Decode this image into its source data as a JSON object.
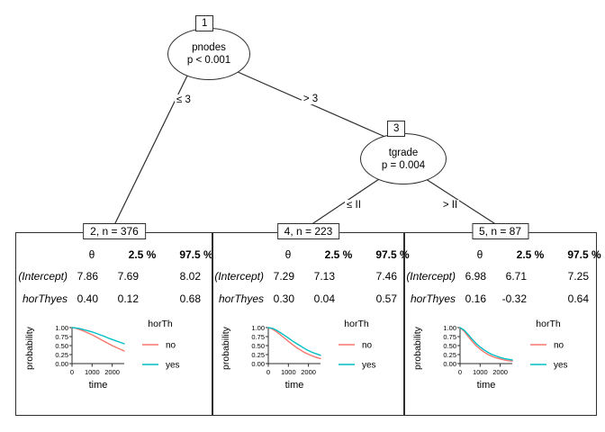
{
  "tree": {
    "node1": {
      "id": "1",
      "split_var": "pnodes",
      "p_value": "p < 0.001"
    },
    "node3": {
      "id": "3",
      "split_var": "tgrade",
      "p_value": "p = 0.004"
    },
    "branch_labels": {
      "n1_left": "≤ 3",
      "n1_right": "> 3",
      "n3_left": "≤ II",
      "n3_right": "> II"
    }
  },
  "panels": [
    {
      "header": "2, n = 376",
      "columns": [
        "θ",
        "2.5 %",
        "97.5 %"
      ],
      "rows": [
        {
          "label": "(Intercept)",
          "values": [
            "7.86",
            "7.69",
            "8.02"
          ]
        },
        {
          "label": "horThyes",
          "values": [
            "0.40",
            "0.12",
            "0.68"
          ]
        }
      ]
    },
    {
      "header": "4, n = 223",
      "columns": [
        "θ",
        "2.5 %",
        "97.5 %"
      ],
      "rows": [
        {
          "label": "(Intercept)",
          "values": [
            "7.29",
            "7.13",
            "7.46"
          ]
        },
        {
          "label": "horThyes",
          "values": [
            "0.30",
            "0.04",
            "0.57"
          ]
        }
      ]
    },
    {
      "header": "5, n = 87",
      "columns": [
        "θ",
        "2.5 %",
        "97.5 %"
      ],
      "rows": [
        {
          "label": "(Intercept)",
          "values": [
            "6.98",
            "6.71",
            "7.25"
          ]
        },
        {
          "label": "horThyes",
          "values": [
            "0.16",
            "-0.32",
            "0.64"
          ]
        }
      ]
    }
  ],
  "miniplot": {
    "ylabel": "probability",
    "xlabel": "time",
    "yticks": [
      "1.00",
      "0.75",
      "0.50",
      "0.25",
      "0.00"
    ],
    "xticks": [
      "0",
      "1000",
      "2000"
    ],
    "legend_title": "horTh"
  },
  "colors": {
    "no": "#F8766D",
    "yes": "#00BFC4",
    "line": "#2e2e2e"
  },
  "chart_data": [
    {
      "type": "line",
      "title": "node 2 survival (n = 376)",
      "xlabel": "time",
      "ylabel": "probability",
      "xlim": [
        0,
        2600
      ],
      "ylim": [
        0,
        1
      ],
      "xticks": [
        0,
        1000,
        2000
      ],
      "yticks": [
        1.0,
        0.75,
        0.5,
        0.25,
        0.0
      ],
      "legend_title": "horTh",
      "legend_position": "right",
      "x": [
        0,
        200,
        400,
        600,
        800,
        1000,
        1200,
        1400,
        1600,
        1800,
        2000,
        2200,
        2400,
        2600
      ],
      "series": [
        {
          "name": "no",
          "color": "#F8766D",
          "values": [
            1.0,
            0.98,
            0.94,
            0.9,
            0.85,
            0.8,
            0.74,
            0.68,
            0.62,
            0.56,
            0.5,
            0.45,
            0.4,
            0.35
          ]
        },
        {
          "name": "yes",
          "color": "#00BFC4",
          "values": [
            1.0,
            0.99,
            0.97,
            0.94,
            0.91,
            0.88,
            0.84,
            0.8,
            0.76,
            0.71,
            0.67,
            0.63,
            0.59,
            0.55
          ]
        }
      ]
    },
    {
      "type": "line",
      "title": "node 4 survival (n = 223)",
      "xlabel": "time",
      "ylabel": "probability",
      "xlim": [
        0,
        2600
      ],
      "ylim": [
        0,
        1
      ],
      "xticks": [
        0,
        1000,
        2000
      ],
      "yticks": [
        1.0,
        0.75,
        0.5,
        0.25,
        0.0
      ],
      "legend_title": "horTh",
      "legend_position": "right",
      "x": [
        0,
        200,
        400,
        600,
        800,
        1000,
        1200,
        1400,
        1600,
        1800,
        2000,
        2200,
        2400,
        2600
      ],
      "series": [
        {
          "name": "no",
          "color": "#F8766D",
          "values": [
            1.0,
            0.96,
            0.89,
            0.8,
            0.71,
            0.62,
            0.53,
            0.45,
            0.38,
            0.31,
            0.26,
            0.21,
            0.17,
            0.14
          ]
        },
        {
          "name": "yes",
          "color": "#00BFC4",
          "values": [
            1.0,
            0.98,
            0.93,
            0.86,
            0.79,
            0.71,
            0.63,
            0.56,
            0.49,
            0.42,
            0.36,
            0.31,
            0.27,
            0.23
          ]
        }
      ]
    },
    {
      "type": "line",
      "title": "node 5 survival (n = 87)",
      "xlabel": "time",
      "ylabel": "probability",
      "xlim": [
        0,
        2600
      ],
      "ylim": [
        0,
        1
      ],
      "xticks": [
        0,
        1000,
        2000
      ],
      "yticks": [
        1.0,
        0.75,
        0.5,
        0.25,
        0.0
      ],
      "legend_title": "horTh",
      "legend_position": "right",
      "x": [
        0,
        200,
        400,
        600,
        800,
        1000,
        1200,
        1400,
        1600,
        1800,
        2000,
        2200,
        2400,
        2600
      ],
      "series": [
        {
          "name": "no",
          "color": "#F8766D",
          "values": [
            1.0,
            0.9,
            0.76,
            0.62,
            0.5,
            0.4,
            0.32,
            0.25,
            0.2,
            0.16,
            0.13,
            0.1,
            0.08,
            0.07
          ]
        },
        {
          "name": "yes",
          "color": "#00BFC4",
          "values": [
            1.0,
            0.93,
            0.81,
            0.68,
            0.56,
            0.46,
            0.38,
            0.31,
            0.25,
            0.21,
            0.17,
            0.14,
            0.12,
            0.1
          ]
        }
      ]
    }
  ]
}
